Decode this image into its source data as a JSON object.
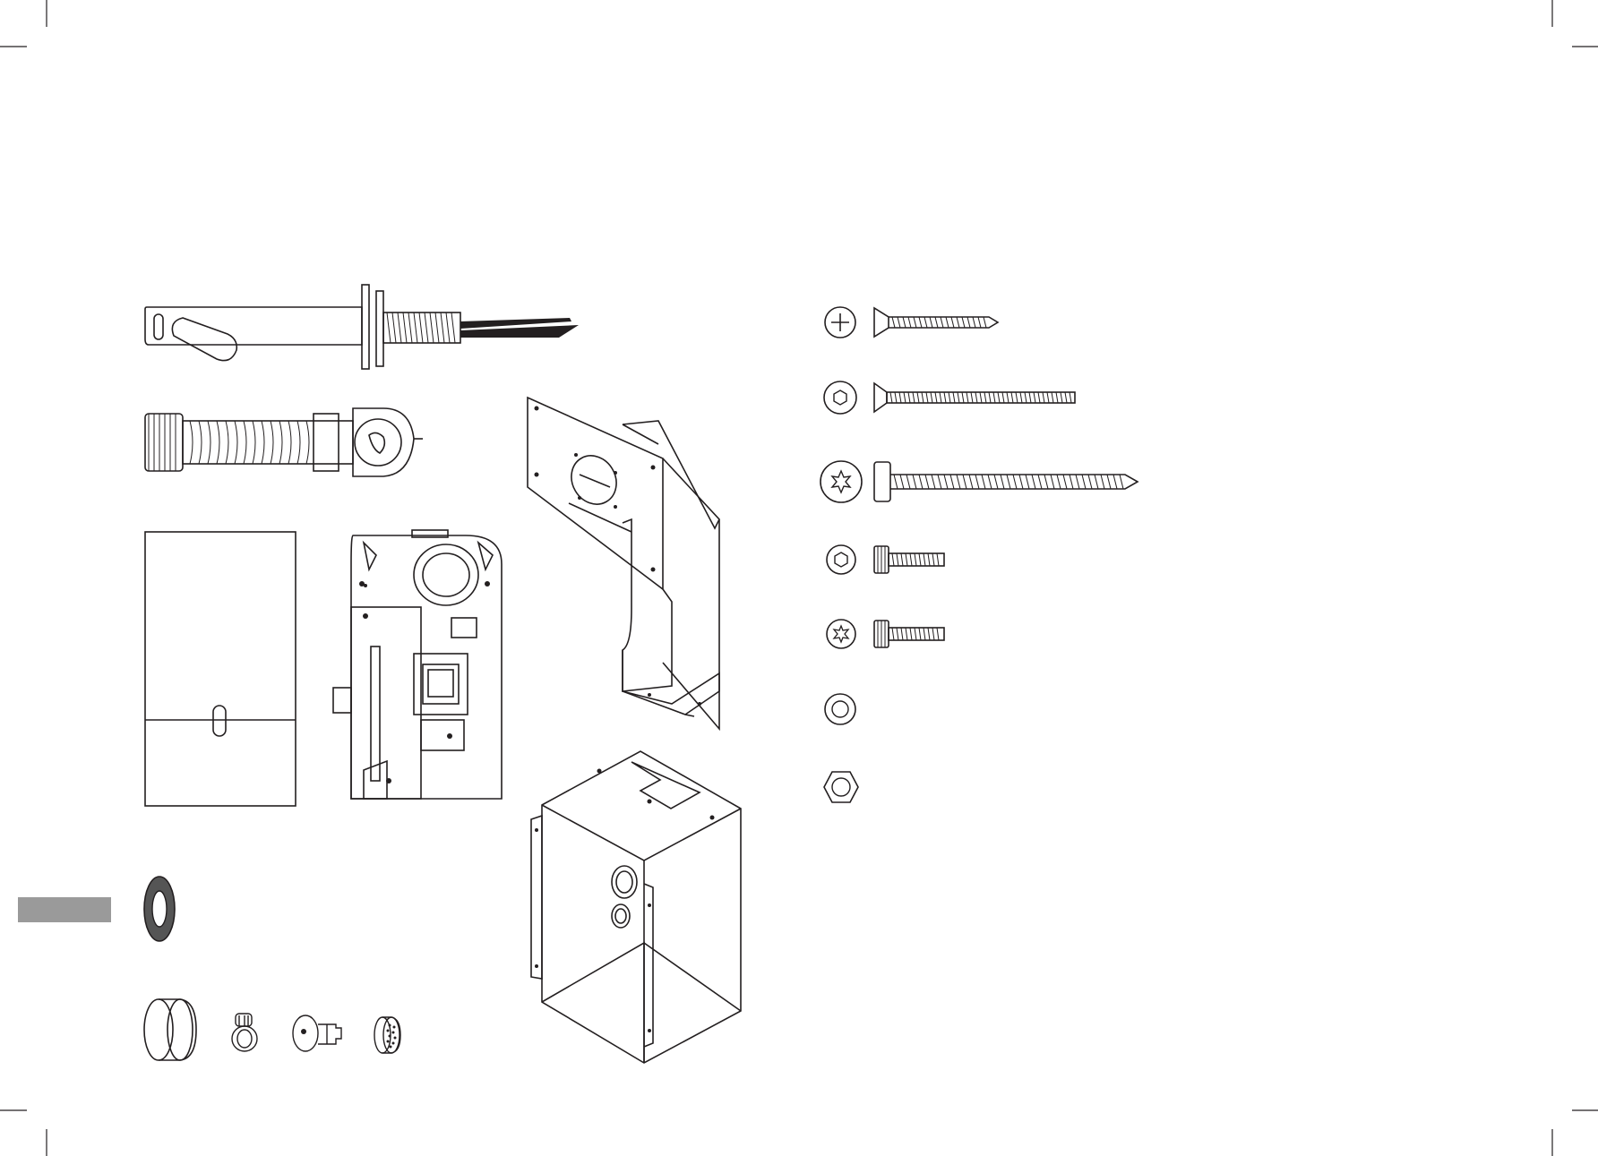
{
  "page": {
    "background": "#ffffff",
    "line_color": "#231f20",
    "tab_color": "#9a9a9a",
    "text": []
  },
  "parts": {
    "left": [
      {
        "id": "spout",
        "icon": "faucet-spout-icon"
      },
      {
        "id": "flex-hose",
        "icon": "corrugated-hose-icon"
      },
      {
        "id": "cover-plate",
        "icon": "cover-plate-icon"
      },
      {
        "id": "control-unit",
        "icon": "control-unit-icon"
      },
      {
        "id": "mounting-bracket",
        "icon": "mounting-bracket-icon"
      },
      {
        "id": "washer",
        "icon": "rubber-washer-icon"
      },
      {
        "id": "concealed-box",
        "icon": "concealed-box-icon"
      },
      {
        "id": "sleeve",
        "icon": "sleeve-icon"
      },
      {
        "id": "hose-clamp",
        "icon": "hose-clamp-icon"
      },
      {
        "id": "service-key",
        "icon": "service-key-icon"
      },
      {
        "id": "aerator",
        "icon": "aerator-icon"
      }
    ],
    "fasteners": [
      {
        "id": "phillips-countersunk-wood-screw",
        "head": "phillips-head-icon",
        "body": "countersunk-tapping-screw-icon"
      },
      {
        "id": "hex-socket-countersunk-machine-screw",
        "head": "hex-socket-head-icon",
        "body": "countersunk-machine-screw-icon"
      },
      {
        "id": "torx-pan-head-wood-screw",
        "head": "torx-head-icon",
        "body": "pan-head-tapping-screw-icon"
      },
      {
        "id": "hex-socket-cap-screw",
        "head": "hex-socket-head-icon",
        "body": "cap-screw-icon"
      },
      {
        "id": "torx-cap-screw",
        "head": "torx-head-icon",
        "body": "cap-screw-icon"
      },
      {
        "id": "flat-washer",
        "head": "washer-icon",
        "body": ""
      },
      {
        "id": "hex-nut",
        "head": "hex-nut-icon",
        "body": ""
      }
    ]
  }
}
